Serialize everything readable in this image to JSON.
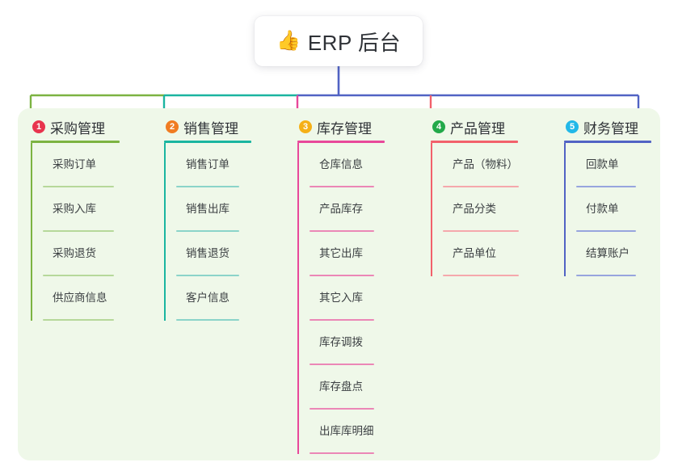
{
  "diagram": {
    "type": "mindmap",
    "root": {
      "icon": "thumbs-up-emoji",
      "emoji": "👍",
      "label": "ERP 后台"
    },
    "root_connector_color": "#5163c4",
    "panel_background": "#eff8e9",
    "trunk_segments": [
      {
        "color": "#7cb342",
        "from": "branch-1",
        "to": "branch-2"
      },
      {
        "color": "#1ab5a0",
        "from": "branch-2",
        "to": "branch-3"
      },
      {
        "color": "#5163c4",
        "from": "branch-3",
        "to": "branch-5"
      }
    ],
    "branches": [
      {
        "number": "1",
        "title": "采购管理",
        "badge_color": "#e8344e",
        "line_color": "#7cb342",
        "child_line_color": "#b6d89a",
        "children": [
          "采购订单",
          "采购入库",
          "采购退货",
          "供应商信息"
        ]
      },
      {
        "number": "2",
        "title": "销售管理",
        "badge_color": "#f07c22",
        "line_color": "#1ab5a0",
        "child_line_color": "#8bd4c9",
        "children": [
          "销售订单",
          "销售出库",
          "销售退货",
          "客户信息"
        ]
      },
      {
        "number": "3",
        "title": "库存管理",
        "badge_color": "#f5b017",
        "line_color": "#e8489a",
        "child_line_color": "#eb87b6",
        "children": [
          "仓库信息",
          "产品库存",
          "其它出库",
          "其它入库",
          "库存调拨",
          "库存盘点",
          "出库库明细"
        ]
      },
      {
        "number": "4",
        "title": "产品管理",
        "badge_color": "#23a94a",
        "line_color": "#f2616b",
        "child_line_color": "#f5a8ac",
        "children": [
          "产品（物料）",
          "产品分类",
          "产品单位"
        ]
      },
      {
        "number": "5",
        "title": "财务管理",
        "badge_color": "#22b8e8",
        "line_color": "#5163c4",
        "child_line_color": "#97a5de",
        "children": [
          "回款单",
          "付款单",
          "结算账户"
        ]
      }
    ]
  }
}
